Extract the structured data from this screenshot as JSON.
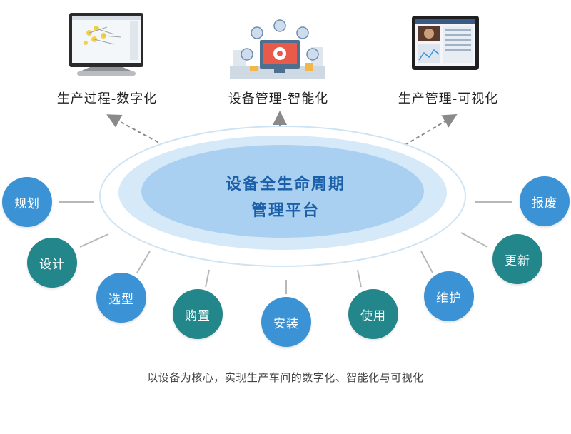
{
  "top_items": [
    {
      "label": "生产过程-数字化",
      "icon": "monitor-process-flow-icon"
    },
    {
      "label": "设备管理-智能化",
      "icon": "smart-equipment-hub-icon"
    },
    {
      "label": "生产管理-可视化",
      "icon": "dashboard-monitor-icon"
    }
  ],
  "core": {
    "line1": "设备全生命周期",
    "line2": "管理平台"
  },
  "lifecycle": [
    {
      "label": "规划",
      "color": "#3b93d6"
    },
    {
      "label": "设计",
      "color": "#23868a"
    },
    {
      "label": "选型",
      "color": "#3b93d6"
    },
    {
      "label": "购置",
      "color": "#23868a"
    },
    {
      "label": "安装",
      "color": "#3b93d6"
    },
    {
      "label": "使用",
      "color": "#23868a"
    },
    {
      "label": "维护",
      "color": "#3b93d6"
    },
    {
      "label": "更新",
      "color": "#23868a"
    },
    {
      "label": "报废",
      "color": "#3b93d6"
    }
  ],
  "caption": "以设备为核心，实现生产车间的数字化、智能化与可视化",
  "colors": {
    "core_text": "#1a5fa8",
    "node_blue": "#3b93d6",
    "node_teal": "#23868a",
    "arrow": "#8a8a8a"
  }
}
